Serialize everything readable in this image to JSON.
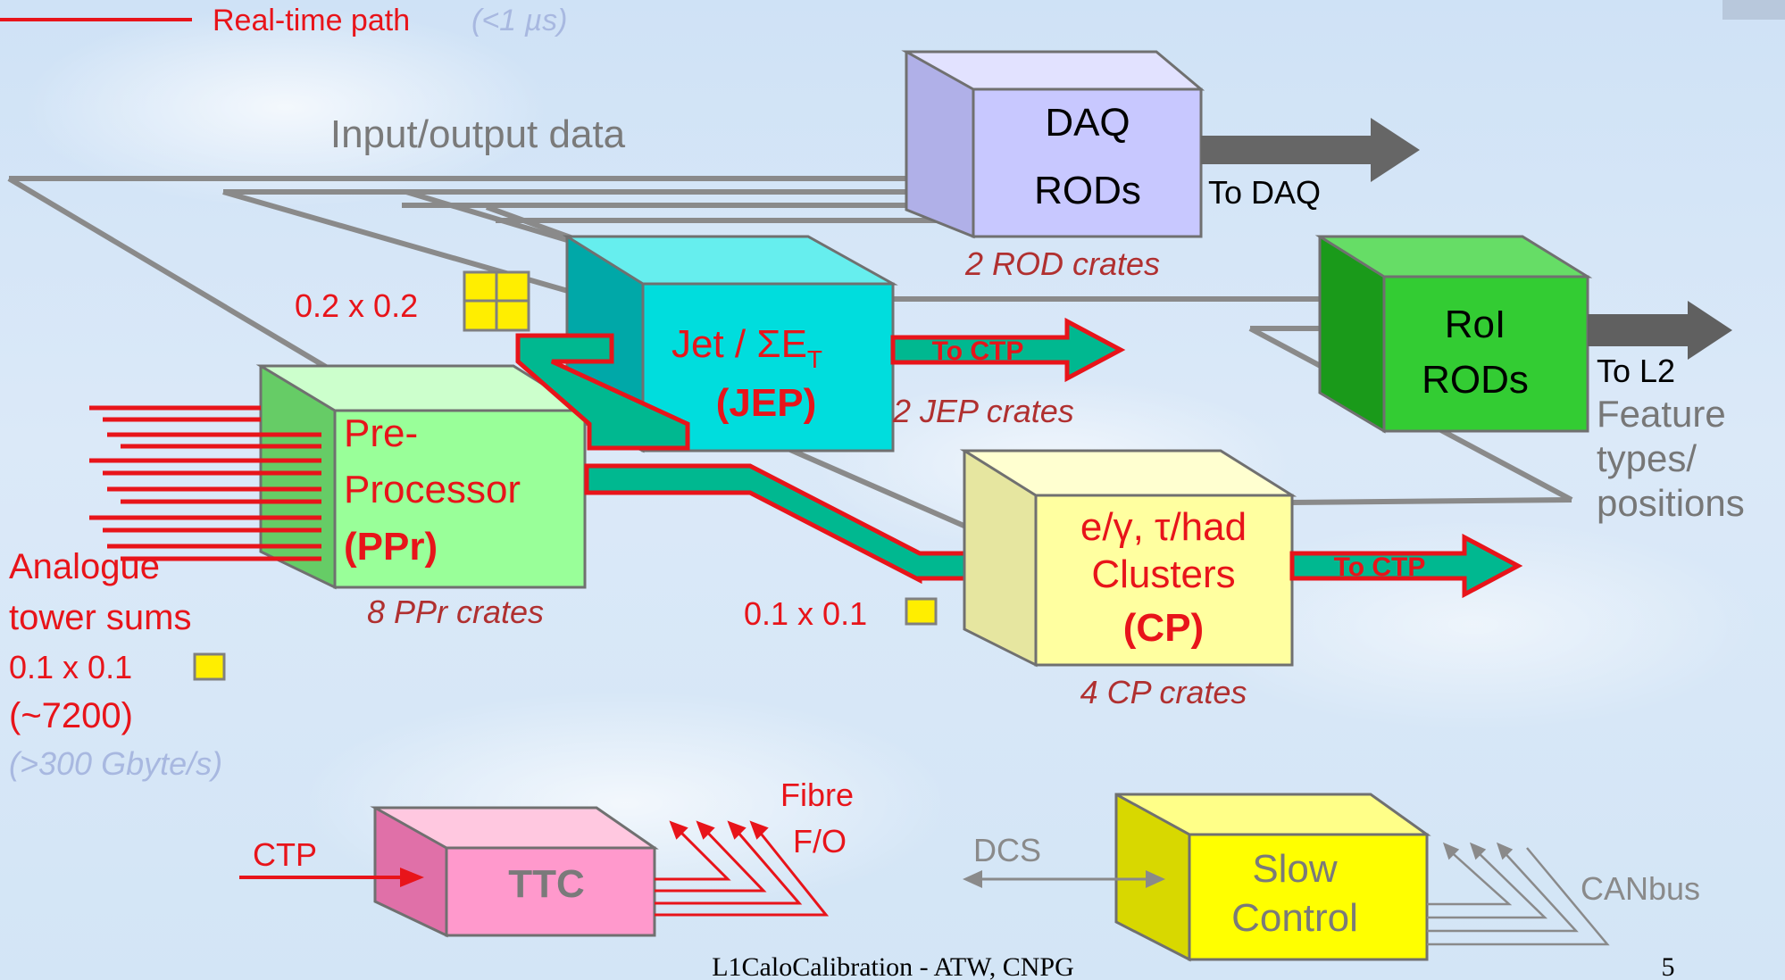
{
  "legend": {
    "label": "Real-time path",
    "latency": "(<1 µs)"
  },
  "io_label": "Input/output data",
  "daq": {
    "line1": "DAQ",
    "line2": "RODs",
    "arrow_label": "To DAQ",
    "caption": "2 ROD crates"
  },
  "roi": {
    "line1": "RoI",
    "line2": "RODs",
    "arrow_label": "To L2",
    "feature1": "Feature",
    "feature2": "types/",
    "feature3": "positions"
  },
  "jep": {
    "line1": "Jet / ΣE",
    "sub": "T",
    "line2": "(JEP)",
    "arrow_label": "To CTP",
    "caption": "2 JEP crates",
    "granularity": "0.2 x 0.2"
  },
  "ppr": {
    "line1": "Pre-",
    "line2": "Processor",
    "line3": "(PPr)",
    "caption": "8 PPr crates"
  },
  "cp": {
    "line1": "e/γ, τ/had",
    "line2": "Clusters",
    "line3": "(CP)",
    "arrow_label": "To CTP",
    "caption": "4 CP crates",
    "granularity": "0.1 x 0.1"
  },
  "analogue": {
    "line1": "Analogue",
    "line2": "tower sums",
    "line3": "0.1 x 0.1",
    "line4": "(~7200)",
    "line5": "(>300 Gbyte/s)"
  },
  "ttc": {
    "label": "TTC",
    "input": "CTP",
    "fibre1": "Fibre",
    "fibre2": "F/O"
  },
  "slow": {
    "line1": "Slow",
    "line2": "Control",
    "dcs": "DCS",
    "canbus": "CANbus"
  },
  "footer": {
    "text": "L1CaloCalibration  - ATW, CNPG",
    "page": "5"
  },
  "colors": {
    "realtime": "#e8141a",
    "data_line": "#808080",
    "ppr": "#99ff99",
    "jep": "#00dddd",
    "cp": "#ffffa0",
    "daq": "#c8c8ff",
    "roi": "#33cc33",
    "ttc": "#ff99cc",
    "slow": "#ffff00",
    "link": "#00b890"
  }
}
